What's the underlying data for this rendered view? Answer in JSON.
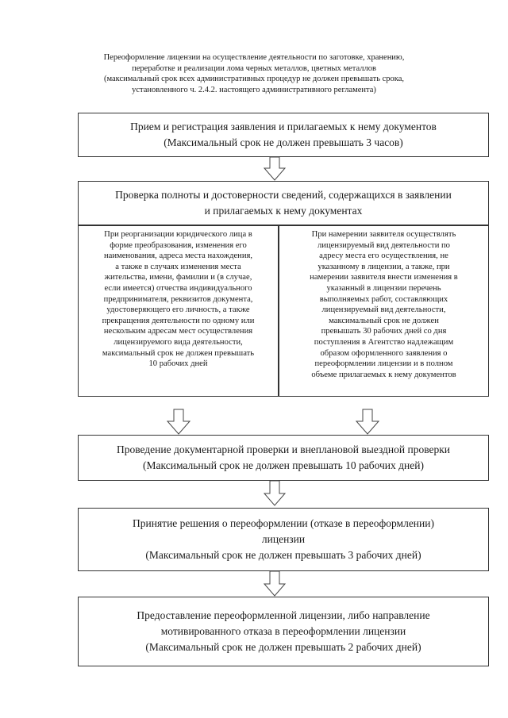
{
  "title_lines": [
    "Переоформление лицензии на осуществление деятельности по заготовке, хранению,",
    "переработке и реализации лома черных металлов, цветных металлов",
    "(максимальный срок всех административных процедур не должен превышать срока,",
    "установленного ч. 2.4.2. настоящего административного регламента)"
  ],
  "steps": [
    {
      "lines": [
        "Прием и регистрация заявления и прилагаемых к нему документов",
        "(Максимальный срок не должен превышать 3 часов)"
      ]
    },
    {
      "lines": [
        "Проверка полноты и достоверности сведений, содержащихся в заявлении",
        "и прилагаемых к нему документах"
      ]
    },
    {
      "lines": [
        "Проведение документарной проверки и внеплановой выездной проверки",
        "(Максимальный срок не должен превышать 10 рабочих дней)"
      ]
    },
    {
      "lines": [
        "Принятие решения о переоформлении (отказе в переоформлении)",
        "лицензии",
        "(Максимальный срок не должен превышать 3 рабочих дней)"
      ]
    },
    {
      "lines": [
        "Предоставление переоформленной лицензии, либо направление",
        "мотивированного отказа в переоформлении лицензии",
        "(Максимальный срок не должен превышать 2 рабочих дней)"
      ]
    }
  ],
  "branches": {
    "left": {
      "lines": [
        "При реорганизации юридического лица в",
        "форме преобразования, изменения его",
        "наименования, адреса места нахождения,",
        "а также в случаях изменения места",
        "жительства, имени, фамилии и (в случае,",
        "если имеется) отчества индивидуального",
        "предпринимателя, реквизитов документа,",
        "удостоверяющего его личность, а также",
        "прекращения деятельности по одному или",
        "нескольким адресам мест осуществления",
        "лицензируемого вида деятельности,",
        "максимальный срок не должен превышать",
        "10 рабочих дней"
      ]
    },
    "right": {
      "lines": [
        "При намерении заявителя осуществлять",
        "лицензируемый вид деятельности по",
        "адресу места его осуществления, не",
        "указанному в лицензии, а также, при",
        "намерении заявителя внести изменения в",
        "указанный в лицензии перечень",
        "выполняемых работ, составляющих",
        "лицензируемый вид деятельности,",
        "максимальный срок не должен",
        "превышать 30 рабочих дней со дня",
        "поступления в Агентство надлежащим",
        "образом оформленного заявления о",
        "переоформлении лицензии и в полном",
        "объеме прилагаемых к нему документов"
      ]
    }
  }
}
